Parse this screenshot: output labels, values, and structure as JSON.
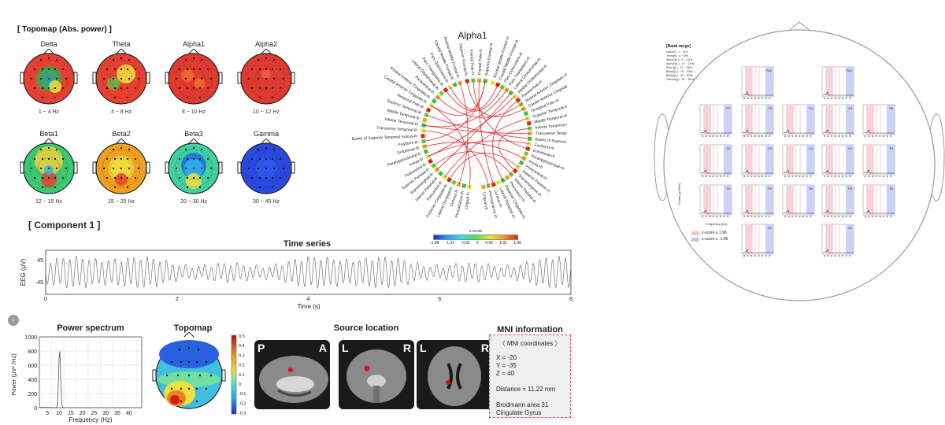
{
  "topomap_section": {
    "title": "[ Topomap (Abs. power) ]",
    "maps": [
      {
        "label": "Delta",
        "range": "1 ~ 4 Hz",
        "base": "#e84030"
      },
      {
        "label": "Theta",
        "range": "4 ~ 8 Hz",
        "base": "#e84030"
      },
      {
        "label": "Alpha1",
        "range": "8 ~ 10 Hz",
        "base": "#e03a2e"
      },
      {
        "label": "Alpha2",
        "range": "10 ~ 12 Hz",
        "base": "#e03a2e"
      },
      {
        "label": "Beta1",
        "range": "12 ~ 15 Hz",
        "base": "#3cc870"
      },
      {
        "label": "Beta2",
        "range": "15 ~ 20 Hz",
        "base": "#f0a020"
      },
      {
        "label": "Beta3",
        "range": "20 ~ 30 Hz",
        "base": "#40d0a0"
      },
      {
        "label": "Gamma",
        "range": "30 ~ 45 Hz",
        "base": "#2848e0"
      }
    ]
  },
  "connectivity": {
    "title": "Alpha1",
    "left_labels": [
      "Rostral Middle Frontal-lh",
      "Caudal Middle Frontal-lh",
      "Pars Opercularis-lh",
      "Pars Triangularis-lh",
      "Lateral Orbitofrontal-lh",
      "Paracentral-lh",
      "Rostral Anterior Cingulate-lh",
      "Caudal Anterior Cingulate-lh",
      "Temporal Pole-lh",
      "Superior Temporal-lh",
      "Middle Temporal-lh",
      "Inferior Temporal-lh",
      "Transverse Temporal-lh",
      "Banks of Superior Temporal Sulcus-lh",
      "Fusiform-lh",
      "Entorhinal-lh",
      "Parahippocampal-lh",
      "Insula-lh",
      "Postcentral-lh",
      "Superior Parietal-lh",
      "Supramarginal-lh",
      "Inferior Parietal-lh",
      "Precuneus-lh",
      "Posterior Cingulate-lh",
      "Lateral Occipital-lh",
      "Cuneus-lh",
      "Pericalcarine-lh",
      "Lingual-lh"
    ],
    "top_labels": [
      "Superior Frontal-lh",
      "Frontal Pole-lh",
      "Frontal Pole-rh",
      "Superior Frontal-rh"
    ],
    "right_labels": [
      "Rostral Middle Frontal-rh",
      "Caudal Middle Frontal-rh",
      "Pars Opercularis-rh",
      "Pars Triangularis-rh",
      "Lateral Orbitofrontal-rh",
      "Medial Orbitofrontal-rh",
      "Paracentral-rh",
      "Rostral Anterior Cingulate-rh",
      "Caudal Anterior Cingulate-rh",
      "Temporal Pole-rh",
      "Superior Temporal-rh",
      "Middle Temporal-rh",
      "Inferior Temporal-rh",
      "Transverse Temporal-rh",
      "Banks of Superior Temporal Sulcus-rh",
      "Fusiform-rh",
      "Entorhinal-rh",
      "Parahippocampal-rh",
      "Insula-rh",
      "Postcentral-rh",
      "Superior Parietal-rh",
      "Supramarginal-rh",
      "Inferior Parietal-rh",
      "Precuneus-rh",
      "Posterior Cingulate-rh",
      "Lateral Occipital-rh",
      "Cuneus-rh",
      "Pericalcarine-rh",
      "Lingual-rh"
    ],
    "colorbar_title": "z-score",
    "colorbar_ticks": [
      "-1.96",
      "-1.31",
      "-0.65",
      "0",
      "0.65",
      "1.31",
      "1.96"
    ]
  },
  "component": {
    "title": "[ Component 1 ]",
    "time_series": {
      "title": "Time series",
      "ylabel": "EEG (μV)",
      "xlabel": "Time (s)",
      "yticks": [
        "45",
        "-45"
      ],
      "xticks": [
        "0",
        "2",
        "4",
        "6",
        "8"
      ]
    },
    "power_spectrum": {
      "title": "Power spectrum",
      "ylabel": "Power (μV² /Hz)",
      "xlabel": "Frequency (Hz)",
      "yticks": [
        "1000",
        "800",
        "600",
        "400",
        "200",
        "0"
      ],
      "xticks": [
        "5",
        "10",
        "15",
        "20",
        "25",
        "30",
        "35",
        "40"
      ]
    },
    "topomap": {
      "title": "Topomap",
      "cbar_ticks": [
        "0.5",
        "0.4",
        "0.3",
        "0.2",
        "0.1",
        "0",
        "-0.1",
        "-0.2",
        "-0.3"
      ]
    },
    "source": {
      "title": "Source location",
      "views": [
        {
          "left": "P",
          "right": "A"
        },
        {
          "left": "L",
          "right": "R"
        },
        {
          "left": "L",
          "right": "R"
        }
      ]
    },
    "mni": {
      "title": "MNI information",
      "subtitle": "〈 MNI coordinates 〉",
      "x": "X = -20",
      "y": "Y = -35",
      "z": "Z = 40",
      "distance": "Distance = 11.22 mm",
      "area": "Brodmann area 31",
      "region": "Cingulate Gyrus"
    }
  },
  "band_panel": {
    "title": "[Band range]",
    "bands": [
      "Delta(δ) : 1 ~ 4Hz",
      "Theta(θ) : 4 ~ 8Hz",
      "Alpha1(α₁) : 8 ~ 10Hz",
      "Alpha2(α₂) : 10 ~ 12Hz",
      "Beta1(β₁) : 12 ~ 15Hz",
      "Beta2(β₂) : 15 ~ 20Hz",
      "Beta3(β₃) : 20 ~ 30Hz",
      "Gamma(γ) : 30 ~ 45Hz"
    ],
    "channels": [
      "Fp1",
      "Fp2",
      "F7",
      "F3",
      "Fz",
      "F4",
      "F8",
      "T3",
      "C3",
      "Cz",
      "C4",
      "T4",
      "T5",
      "P3",
      "Pz",
      "P4",
      "T6",
      "O1",
      "O2"
    ],
    "ylabel": "Power (μV²/Hz)",
    "xlabel": "Frequency (Hz)",
    "legend_pos": "z-score ≥ 1.96",
    "legend_neg": "z-score ≤ -1.96"
  },
  "back_button": {
    "label": "‹"
  }
}
